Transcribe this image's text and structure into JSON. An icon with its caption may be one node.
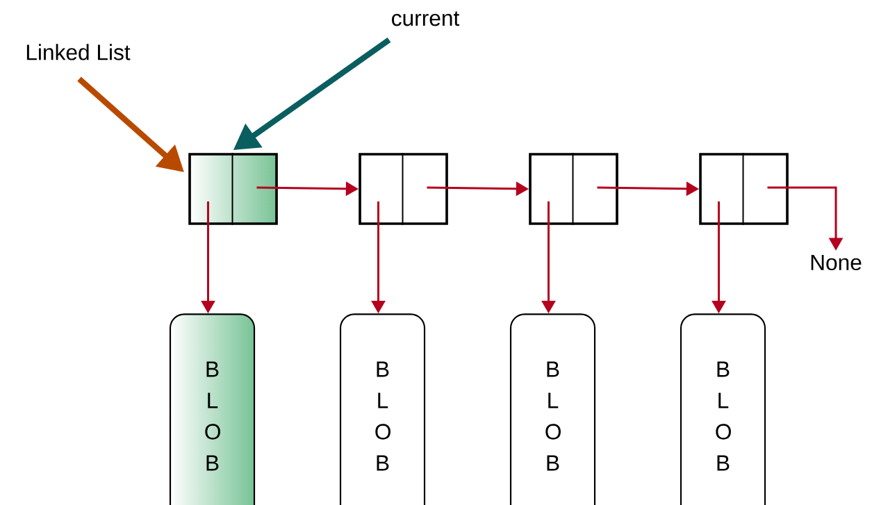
{
  "diagram": {
    "nodes": [
      {
        "text": [
          "Linked List"
        ]
      },
      {
        "text": [
          "current"
        ]
      },
      {
        "text": [],
        "shape": "box"
      },
      {
        "text": [],
        "shape": "box"
      },
      {
        "text": [],
        "shape": "box"
      },
      {
        "text": [],
        "shape": "box"
      },
      {
        "text": [
          "B L O B"
        ]
      },
      {
        "text": [
          "B L O B"
        ]
      },
      {
        "text": [
          "B L O B"
        ]
      },
      {
        "text": [
          "B L O B"
        ]
      },
      {
        "text": [
          "None"
        ]
      }
    ],
    "edges": [
      {
        "from": 0,
        "to": 2,
        "arrow": "to",
        "style": "thick",
        "color": "#b84a00"
      },
      {
        "from": 1,
        "to": 2,
        "arrow": "to",
        "style": "thick",
        "color": "#0b5e60"
      },
      {
        "from": 2,
        "to": 3,
        "arrow": "to"
      },
      {
        "from": 3,
        "to": 4,
        "arrow": "to"
      },
      {
        "from": 4,
        "to": 5,
        "arrow": "to"
      },
      {
        "from": 5,
        "to": 10,
        "arrow": "to"
      },
      {
        "from": 2,
        "to": 6,
        "arrow": "to"
      },
      {
        "from": 3,
        "to": 7,
        "arrow": "to"
      },
      {
        "from": 4,
        "to": 8,
        "arrow": "to"
      },
      {
        "from": 5,
        "to": 9,
        "arrow": "to"
      }
    ]
  }
}
